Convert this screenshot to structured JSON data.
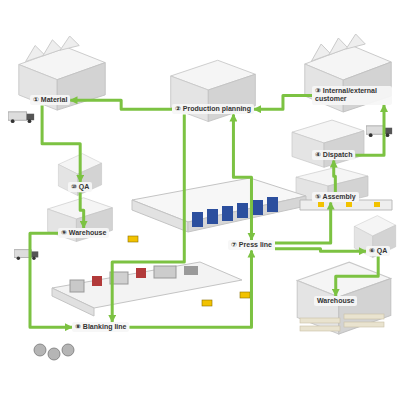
{
  "diagram": {
    "nodes": [
      {
        "text": [
          "① Material"
        ]
      },
      {
        "text": [
          "② Production planning"
        ]
      },
      {
        "text": [
          "③ Internal/external customer"
        ]
      },
      {
        "text": [
          "④ Dispatch"
        ]
      },
      {
        "text": [
          "⑩ QA"
        ]
      },
      {
        "text": [
          "⑤ Assembly"
        ]
      },
      {
        "text": [
          "⑨ Warehouse"
        ]
      },
      {
        "text": [
          "⑦ Press line"
        ]
      },
      {
        "text": [
          "⑥ QA"
        ]
      },
      {
        "text": [
          "Warehouse"
        ]
      },
      {
        "text": [
          "⑧ Blanking line"
        ]
      }
    ],
    "edges": [
      {
        "from": 1,
        "to": 0,
        "arrow": "to"
      },
      {
        "from": 2,
        "to": 1,
        "arrow": "to"
      },
      {
        "from": 1,
        "to": 7,
        "arrow": "both"
      },
      {
        "from": 1,
        "to": 10,
        "arrow": "to"
      },
      {
        "from": 0,
        "to": 4,
        "arrow": "to"
      },
      {
        "from": 4,
        "to": 6,
        "arrow": "to"
      },
      {
        "from": 6,
        "to": 10,
        "arrow": "to"
      },
      {
        "from": 10,
        "to": 7,
        "arrow": "to"
      },
      {
        "from": 7,
        "to": 5,
        "arrow": "to"
      },
      {
        "from": 5,
        "to": 3,
        "arrow": "to"
      },
      {
        "from": 3,
        "to": 2,
        "arrow": "to"
      },
      {
        "from": 7,
        "to": 8,
        "arrow": "to"
      },
      {
        "from": 8,
        "to": 9,
        "arrow": "to"
      }
    ]
  }
}
